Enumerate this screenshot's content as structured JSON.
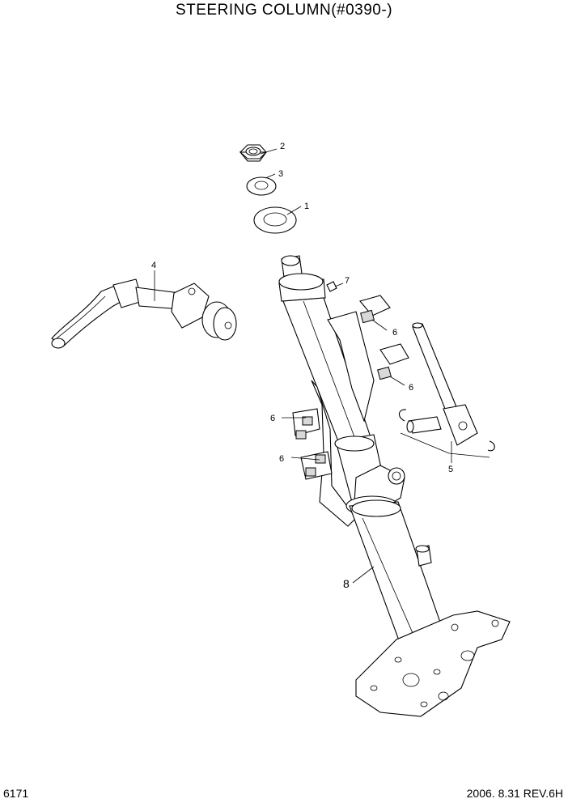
{
  "title": "STEERING COLUMN(#0390-)",
  "footer": {
    "page_number": "6171",
    "revision": "2006. 8.31  REV.6H"
  },
  "callouts": {
    "c1": "1",
    "c2": "2",
    "c3": "3",
    "c4": "4",
    "c5": "5",
    "c6a": "6",
    "c6b": "6",
    "c6c": "6",
    "c6d": "6",
    "c7": "7",
    "c8": "8"
  }
}
